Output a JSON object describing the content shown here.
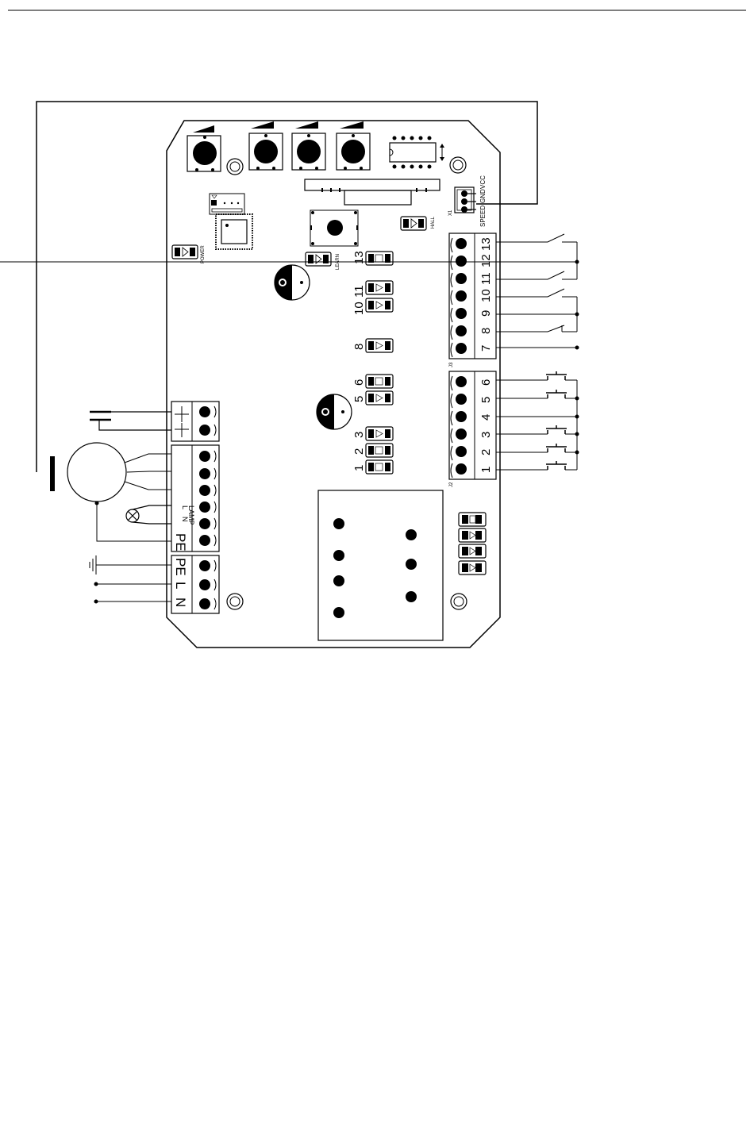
{
  "labels": {
    "power": "POWER",
    "learn": "LEARN",
    "hall": "HALL",
    "x1": "X1",
    "speed": "SPEED",
    "gnd": "GND",
    "vcc": "VCC",
    "j3": "J3",
    "j2": "J2",
    "lamp": "LAMP",
    "lamp_l": "L",
    "lamp_n": "N",
    "lamp_pe": "PE",
    "mains_pe": "PE",
    "mains_l": "L",
    "mains_n": "N"
  },
  "led_numbers": [
    "13",
    "10",
    "11",
    "8",
    "6",
    "5",
    "3",
    "2",
    "1"
  ],
  "terminal_j3": [
    "13",
    "12",
    "11",
    "10",
    "9",
    "8",
    "7"
  ],
  "terminal_j2": [
    "6",
    "5",
    "4",
    "3",
    "2",
    "1"
  ]
}
